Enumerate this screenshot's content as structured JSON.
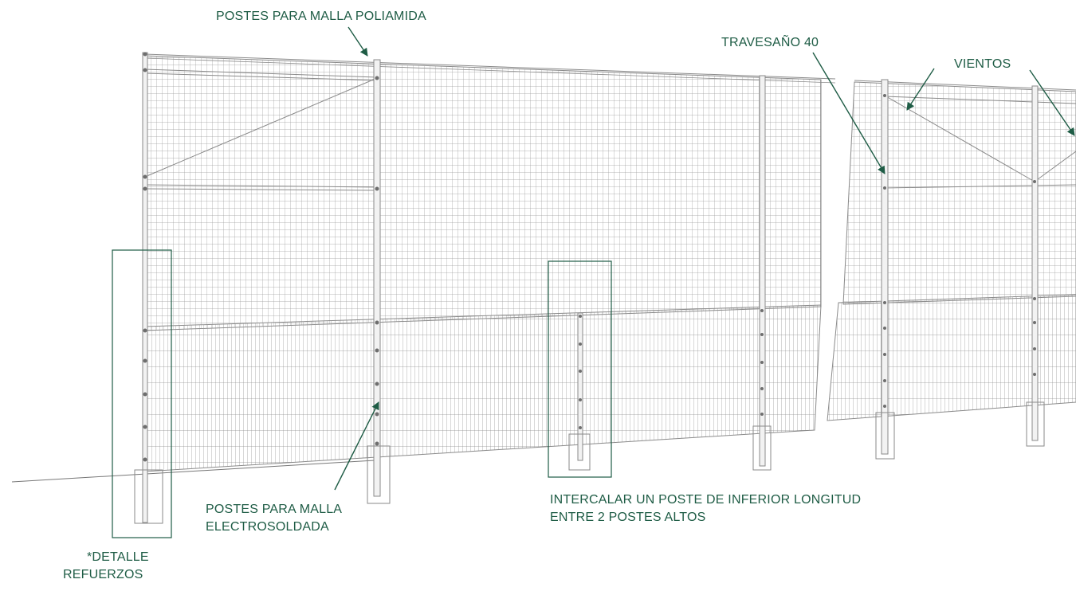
{
  "labels": {
    "postes_poliamida": "POSTES PARA MALLA POLIAMIDA",
    "travesano": "TRAVESAÑO 40",
    "vientos": "VIENTOS",
    "postes_electrosoldada_1": "POSTES PARA  MALLA",
    "postes_electrosoldada_2": "ELECTROSOLDADA",
    "intercalar_1": "INTERCALAR UN POSTE DE INFERIOR LONGITUD",
    "intercalar_2": "ENTRE 2 POSTES ALTOS",
    "detalle_1": "*DETALLE",
    "detalle_2": "REFUERZOS"
  },
  "colors": {
    "annotation": "#1e5c45",
    "structure": "#8a8a8a",
    "mesh": "#9b9b9b"
  }
}
